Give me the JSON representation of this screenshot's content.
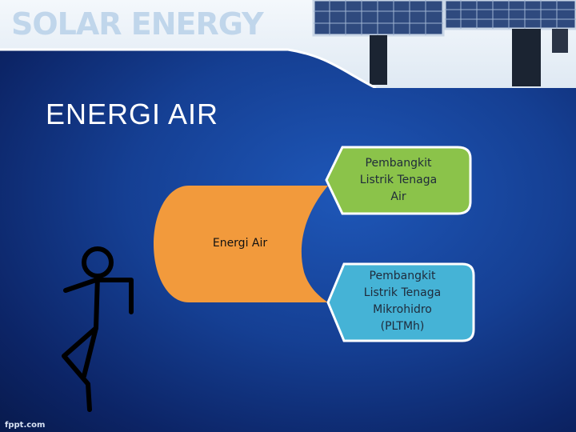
{
  "brand": {
    "text": "SOLAR ENERGY"
  },
  "slide": {
    "title": "ENERGI AIR"
  },
  "diagram": {
    "center": "Energi Air",
    "branches": [
      {
        "label_lines": [
          "Pembangkit",
          "Listrik Tenaga",
          "Air"
        ],
        "color": "#8bc34a"
      },
      {
        "label_lines": [
          "Pembangkit",
          "Listrik Tenaga",
          "Mikrohidro",
          "(PLTMh)"
        ],
        "color": "#45b3d6"
      }
    ],
    "center_color": "#f29a3c"
  },
  "footer": {
    "text": "fppt.com"
  }
}
